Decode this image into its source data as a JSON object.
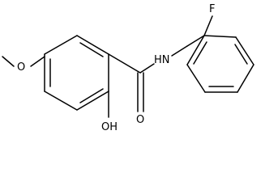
{
  "molecule": {
    "atoms": {
      "fluorine": "F",
      "amide_nitrogen": "HN",
      "carbonyl_oxygen": "O",
      "hydroxyl": "OH",
      "methoxy_oxygen": "O"
    }
  },
  "colors": {
    "bond": "#000000",
    "label": "#000000",
    "background": "#ffffff"
  }
}
